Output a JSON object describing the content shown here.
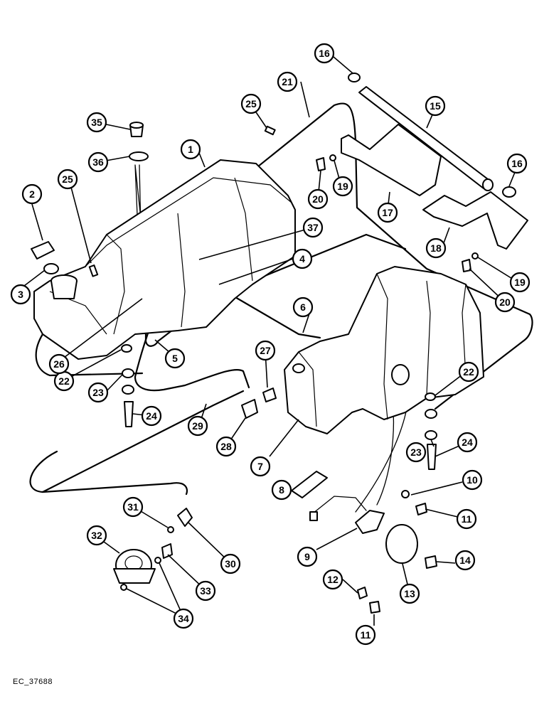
{
  "document": {
    "reference_code": "EC_37688"
  },
  "callouts": [
    {
      "number": "1"
    },
    {
      "number": "2"
    },
    {
      "number": "3"
    },
    {
      "number": "4"
    },
    {
      "number": "5"
    },
    {
      "number": "6"
    },
    {
      "number": "7"
    },
    {
      "number": "8"
    },
    {
      "number": "9"
    },
    {
      "number": "10"
    },
    {
      "number": "11"
    },
    {
      "number": "11"
    },
    {
      "number": "12"
    },
    {
      "number": "13"
    },
    {
      "number": "14"
    },
    {
      "number": "15"
    },
    {
      "number": "16"
    },
    {
      "number": "16"
    },
    {
      "number": "17"
    },
    {
      "number": "18"
    },
    {
      "number": "19"
    },
    {
      "number": "19"
    },
    {
      "number": "20"
    },
    {
      "number": "20"
    },
    {
      "number": "21"
    },
    {
      "number": "22"
    },
    {
      "number": "22"
    },
    {
      "number": "23"
    },
    {
      "number": "23"
    },
    {
      "number": "24"
    },
    {
      "number": "24"
    },
    {
      "number": "25"
    },
    {
      "number": "25"
    },
    {
      "number": "26"
    },
    {
      "number": "27"
    },
    {
      "number": "28"
    },
    {
      "number": "29"
    },
    {
      "number": "30"
    },
    {
      "number": "31"
    },
    {
      "number": "32"
    },
    {
      "number": "33"
    },
    {
      "number": "34"
    },
    {
      "number": "35"
    },
    {
      "number": "36"
    },
    {
      "number": "37"
    }
  ]
}
